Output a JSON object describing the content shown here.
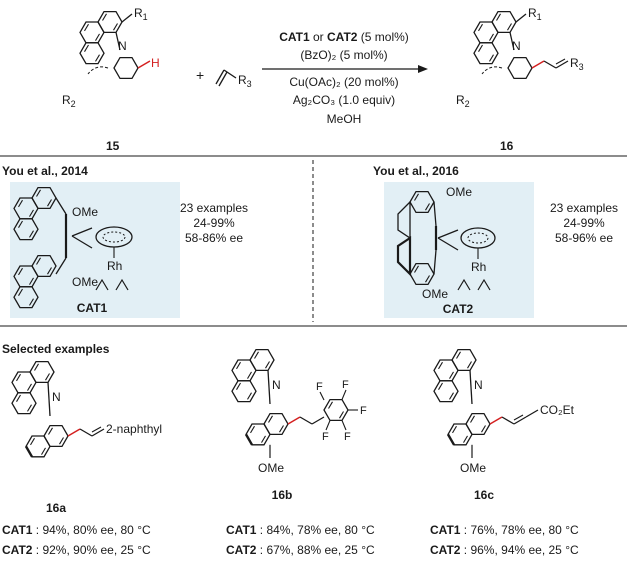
{
  "scheme": {
    "reactant_label": "15",
    "product_label": "16",
    "plus": "+",
    "alkene_group": "R",
    "alkene_sub": "3",
    "r1": "R",
    "r1_sub": "1",
    "r2": "R",
    "r2_sub": "2",
    "n_atom": "N",
    "h_atom": "H",
    "conditions": {
      "cat_line_cat1": "CAT1",
      "cat_line_or": " or ",
      "cat_line_cat2": "CAT2",
      "cat_line_rest": " (5 mol%)",
      "line2": "(BzO)₂ (5 mol%)",
      "line3": "Cu(OAc)₂ (20 mol%)",
      "line4": "Ag₂CO₃ (1.0 equiv)",
      "line5": "MeOH"
    }
  },
  "catalysts": [
    {
      "ref": "You et al., 2014",
      "name": "CAT1",
      "ome_top": "OMe",
      "ome_bottom": "OMe",
      "metal": "Rh",
      "stats": [
        "23 examples",
        "24-99%",
        "58-86% ee"
      ]
    },
    {
      "ref": "You et al., 2016",
      "name": "CAT2",
      "ome_top": "OMe",
      "ome_bottom": "OMe",
      "metal": "Rh",
      "stats": [
        "23 examples",
        "24-99%",
        "58-96% ee"
      ]
    }
  ],
  "examples_heading": "Selected examples",
  "examples": [
    {
      "label": "16a",
      "substituent": "2-naphthyl",
      "cat1_name": "CAT1",
      "cat1_result": " : 94%, 80% ee, 80 °C",
      "cat2_name": "CAT2",
      "cat2_result": " : 92%, 90% ee, 25 °C"
    },
    {
      "label": "16b",
      "substituent": "F",
      "ome": "OMe",
      "cat1_name": "CAT1",
      "cat1_result": " : 84%, 78% ee, 80 °C",
      "cat2_name": "CAT2",
      "cat2_result": " : 67%, 88% ee, 25 °C"
    },
    {
      "label": "16c",
      "substituent": "CO₂Et",
      "ome": "OMe",
      "cat1_name": "CAT1",
      "cat1_result": " : 76%, 78% ee, 80 °C",
      "cat2_name": "CAT2",
      "cat2_result": " : 96%, 94% ee, 25 °C"
    }
  ],
  "colors": {
    "highlight_bond": "#d42020",
    "catalyst_panel": "#e2eff5",
    "line": "#1a1a1a"
  }
}
